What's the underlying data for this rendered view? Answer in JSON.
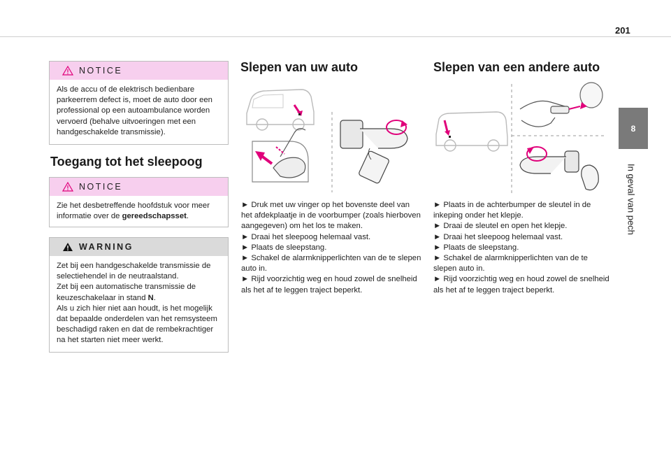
{
  "page_number": "201",
  "chapter": {
    "number": "8",
    "title": "In geval van pech"
  },
  "notice1": {
    "heading": "NOTICE",
    "text": "Als de accu of de elektrisch bedienbare parkeerrem defect is, moet de auto door een professional op een autoambulance worden vervoerd (behalve uitvoeringen met een handgeschakelde transmissie)."
  },
  "section_access": {
    "title": "Toegang tot het sleepoog"
  },
  "notice2": {
    "heading": "NOTICE",
    "text_before": "Zie het desbetreffende hoofdstuk voor meer informatie over de ",
    "text_bold": "gereedschapsset",
    "text_after": "."
  },
  "warning": {
    "heading": "WARNING",
    "line1": "Zet bij een handgeschakelde transmissie de selectiehendel in de neutraalstand.",
    "line2_before": "Zet bij een automatische transmissie de keuzeschakelaar in stand ",
    "line2_bold": "N",
    "line2_after": ".",
    "line3": "Als u zich hier niet aan houdt, is het mogelijk dat bepaalde onderdelen van het remsysteem beschadigd raken en dat de rembekrachtiger na het starten niet meer werkt."
  },
  "section_own": {
    "title": "Slepen van uw auto",
    "steps": [
      "► Druk met uw vinger op het bovenste deel van het afdekplaatje in de voorbumper (zoals hierboven aangegeven) om het los te maken.",
      "► Draai het sleepoog helemaal vast.",
      "► Plaats de sleepstang.",
      "► Schakel de alarmknipperlichten van de te slepen auto in.",
      "► Rijd voorzichtig weg en houd zowel de snelheid als het af te leggen traject beperkt."
    ]
  },
  "section_other": {
    "title": "Slepen van een andere auto",
    "steps": [
      "► Plaats in de achterbumper de sleutel in de inkeping onder het klepje.",
      "► Draai de sleutel en open het klepje.",
      "► Draai het sleepoog helemaal vast.",
      "► Plaats de sleepstang.",
      "► Schakel de alarmknipperlichten van de te slepen auto in.",
      "► Rijd voorzichtig weg en houd zowel de snelheid als het af te leggen traject beperkt."
    ]
  },
  "colors": {
    "notice_bg": "#f7cfee",
    "warning_bg": "#dadada",
    "accent_magenta": "#e0007a",
    "tab_grey": "#7a7a7a"
  },
  "icons": {
    "notice": "warning-triangle-outline-icon",
    "warning": "warning-triangle-filled-icon"
  }
}
